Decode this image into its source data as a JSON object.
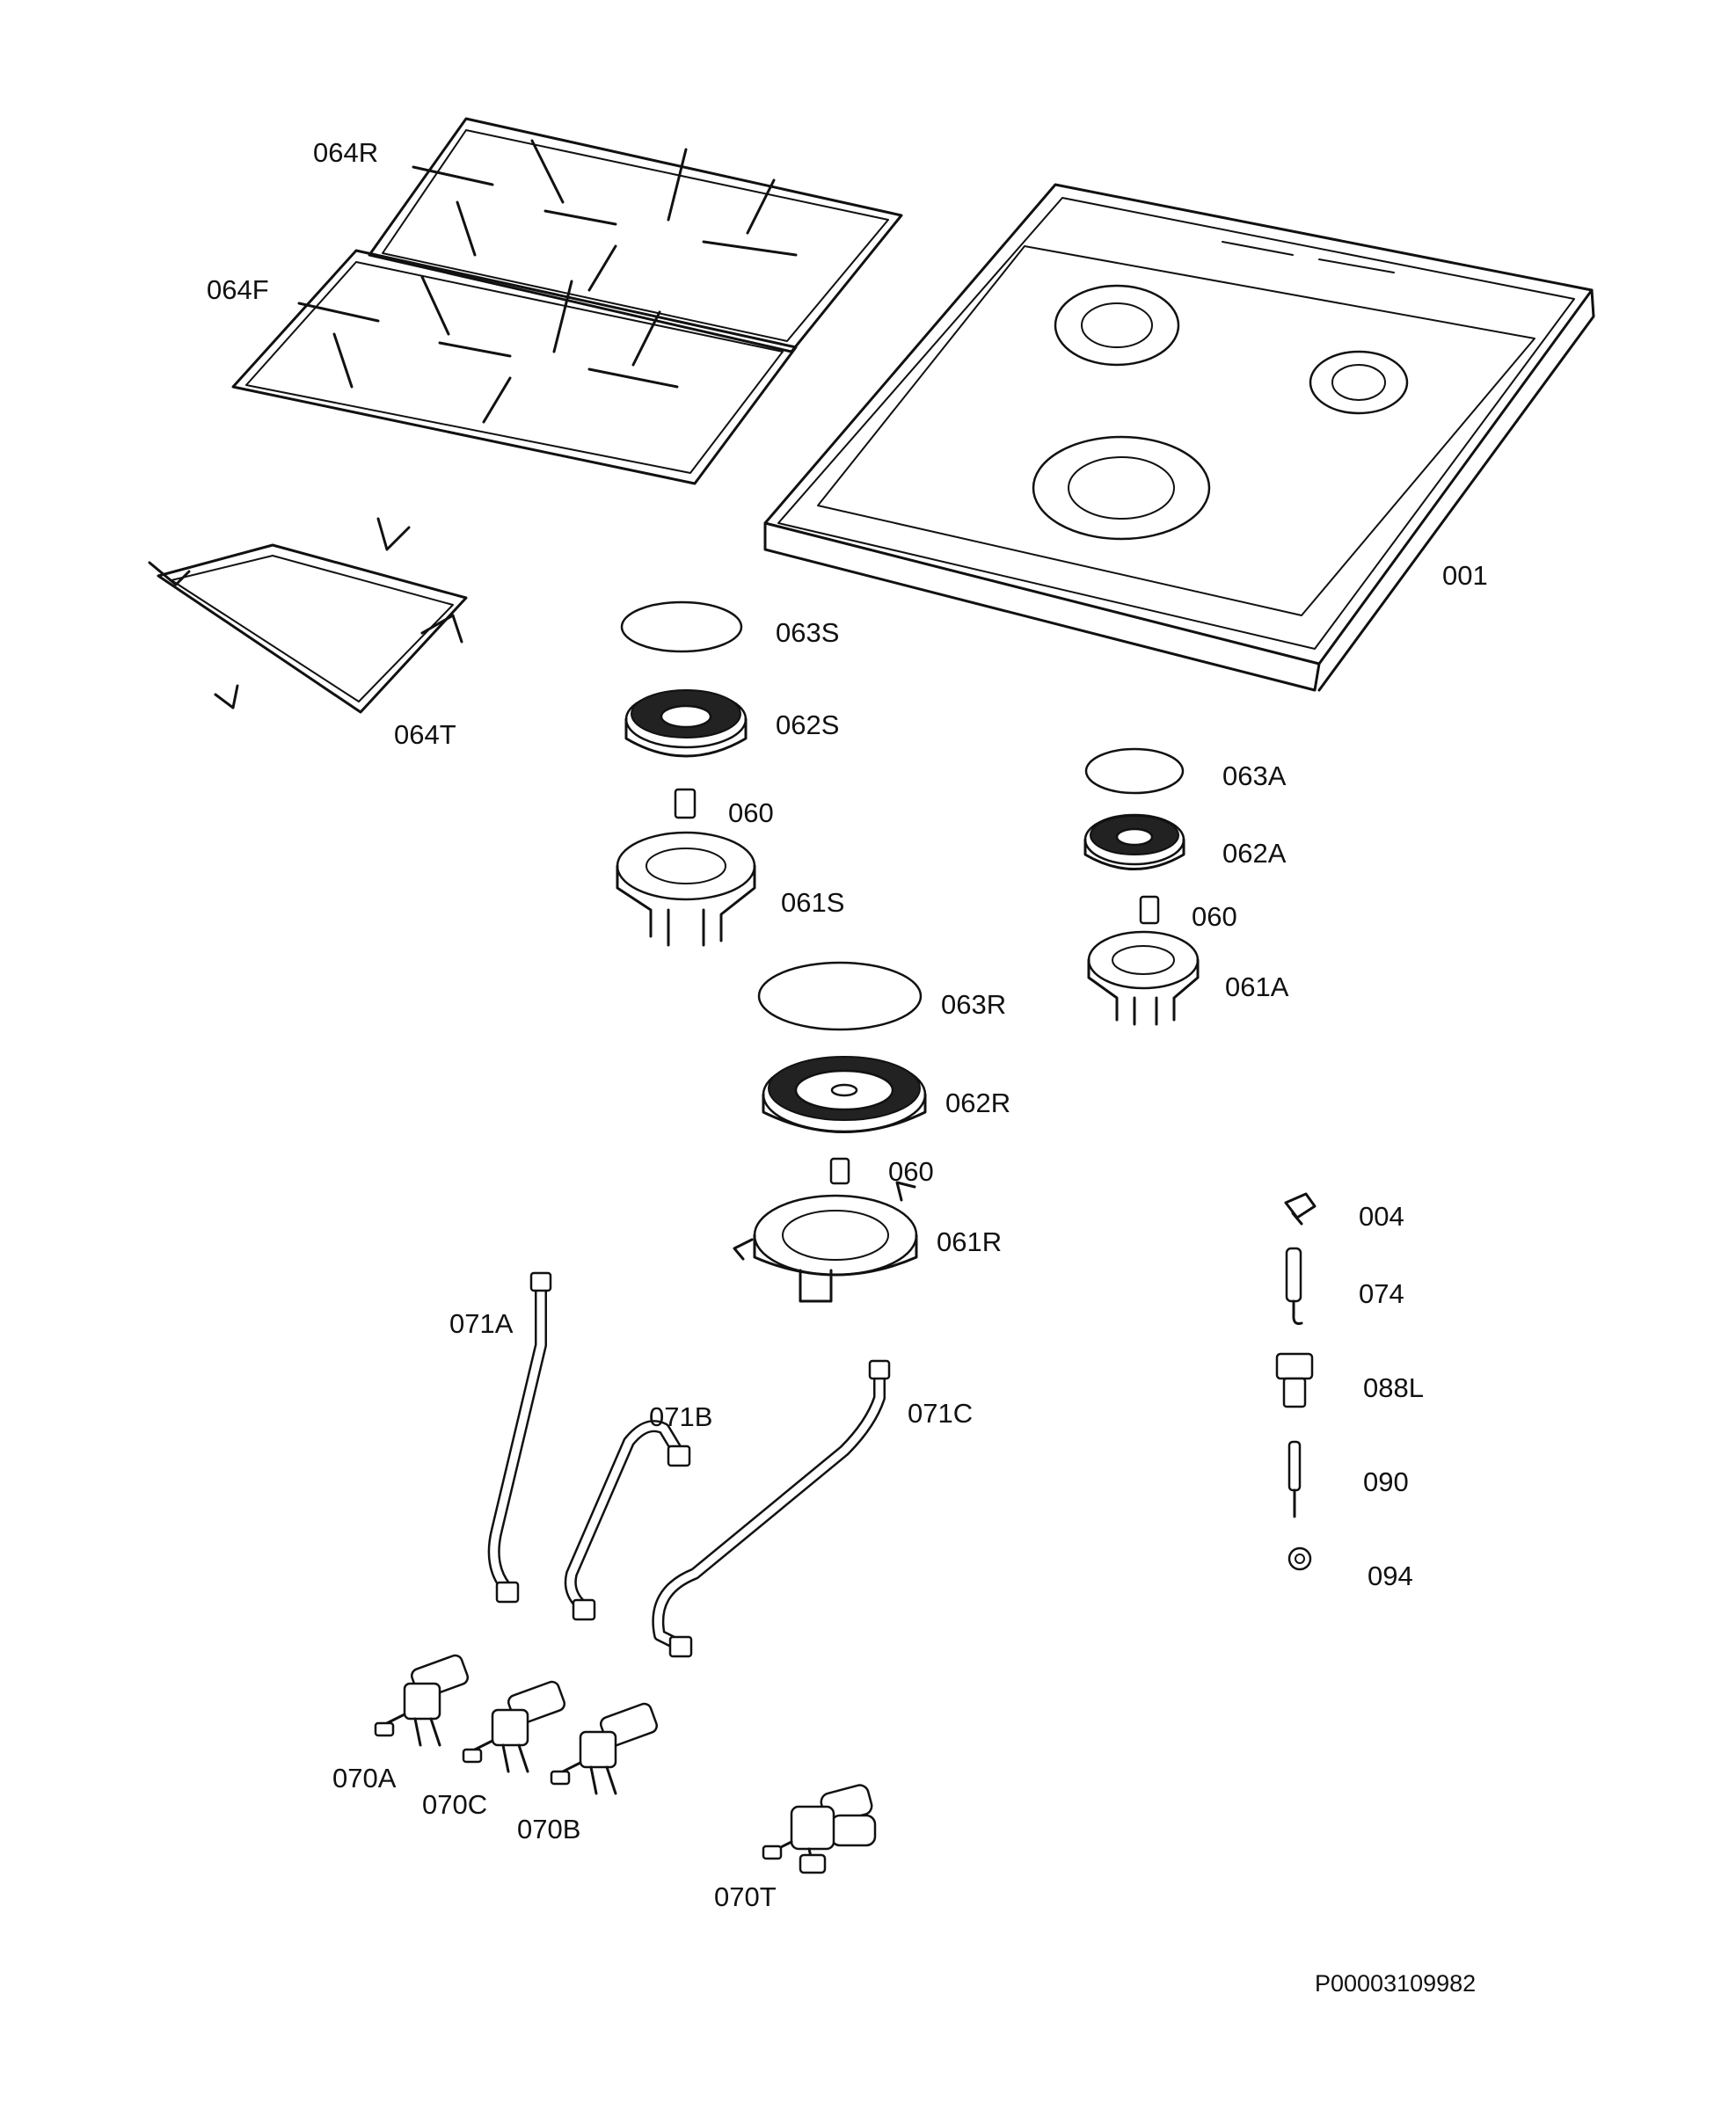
{
  "labels": {
    "p064R": "064R",
    "p064F": "064F",
    "p064T": "064T",
    "p001": "001",
    "p063S": "063S",
    "p062S": "062S",
    "p060_s": "060",
    "p061S": "061S",
    "p063A": "063A",
    "p062A": "062A",
    "p060_a": "060",
    "p061A": "061A",
    "p063R": "063R",
    "p062R": "062R",
    "p060_r": "060",
    "p061R": "061R",
    "p004": "004",
    "p074": "074",
    "p088L": "088L",
    "p090": "090",
    "p094": "094",
    "p071A": "071A",
    "p071B": "071B",
    "p071C": "071C",
    "p070A": "070A",
    "p070C": "070C",
    "p070B": "070B",
    "p070T": "070T"
  },
  "document_id": "P00003109982",
  "colors": {
    "line": "#111111",
    "background": "#ffffff"
  }
}
